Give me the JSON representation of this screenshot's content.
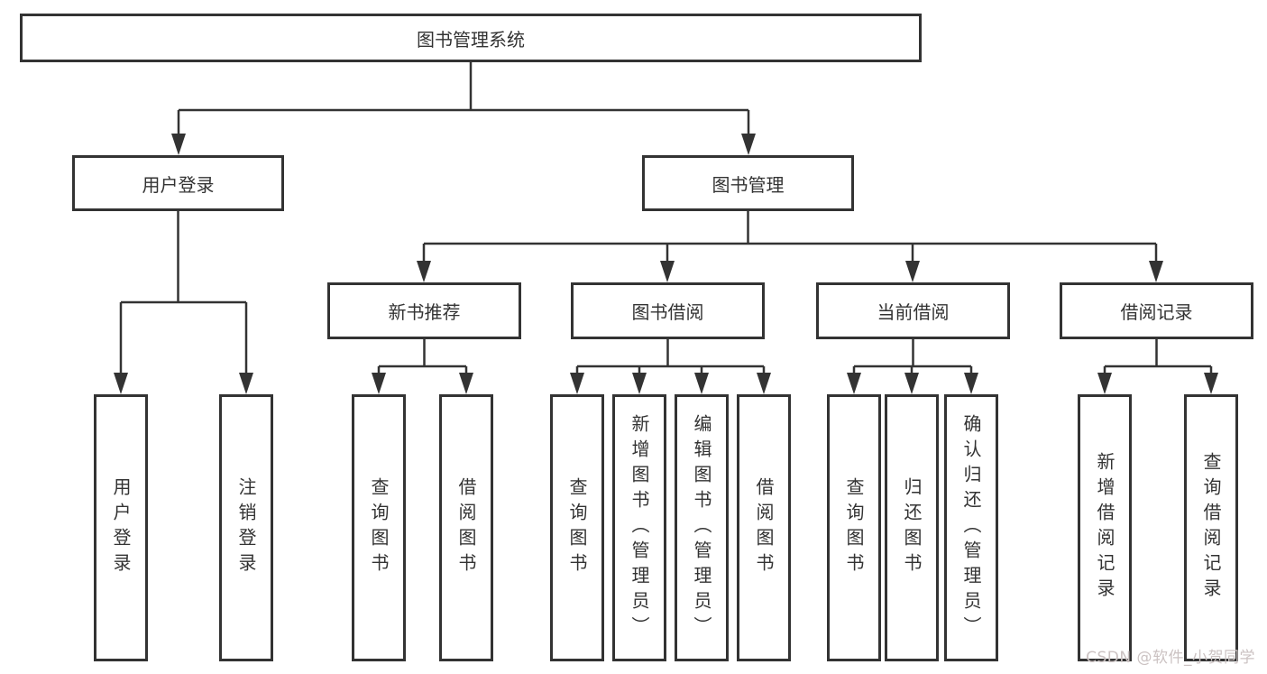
{
  "diagram": {
    "root": "图书管理系统",
    "level2": {
      "user_login": "用户登录",
      "book_mgmt": "图书管理"
    },
    "level3": {
      "new_book_rec": "新书推荐",
      "book_borrow": "图书借阅",
      "current_borrow": "当前借阅",
      "borrow_record": "借阅记录"
    },
    "leaves": {
      "user_login": "用户登录",
      "logout": "注销登录",
      "rec_query_book": "查询图书",
      "rec_borrow_book": "借阅图书",
      "bb_query_book": "查询图书",
      "bb_add_book": "新增图书（管理员）",
      "bb_edit_book": "编辑图书（管理员）",
      "bb_borrow_book": "借阅图书",
      "cb_query_book": "查询图书",
      "cb_return_book": "归还图书",
      "cb_confirm_return": "确认归还（管理员）",
      "br_add_record": "新增借阅记录",
      "br_query_record": "查询借阅记录"
    }
  },
  "watermark": "CSDN @软件_小贺同学",
  "colors": {
    "line": "#333333",
    "box_fill": "#ffffff",
    "watermark": "#cbc2c2",
    "background": "#ffffff"
  }
}
